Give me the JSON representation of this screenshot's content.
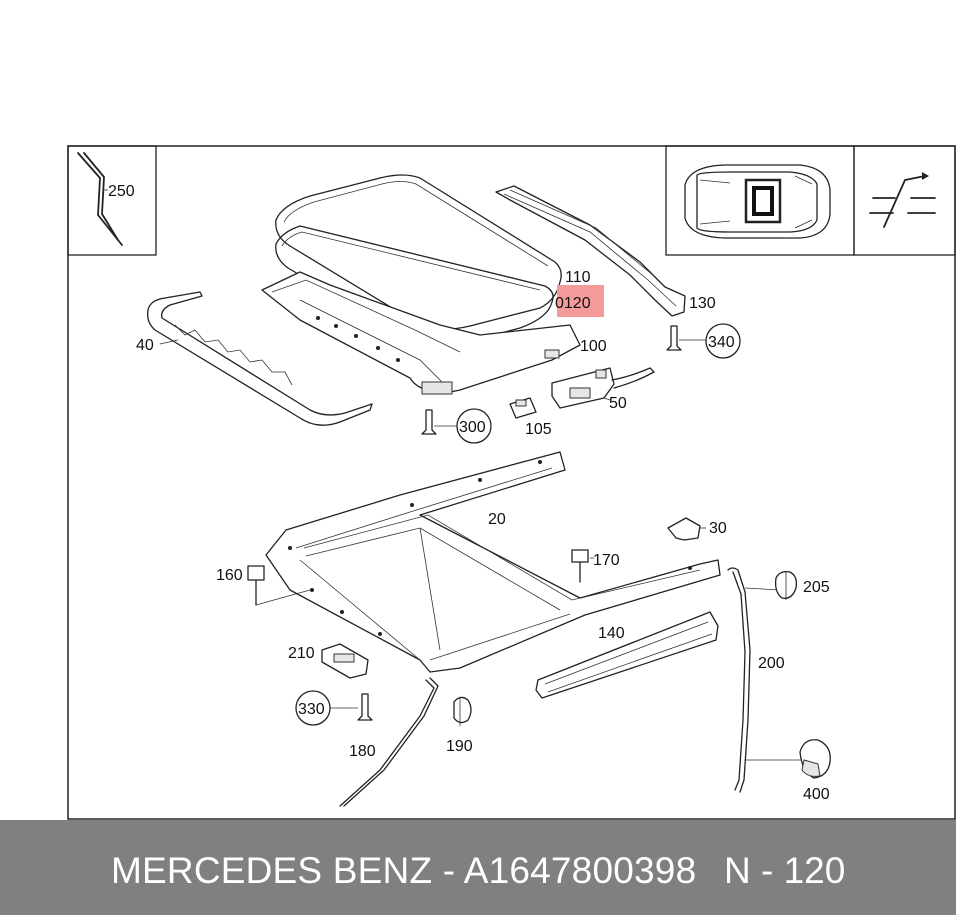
{
  "diagram": {
    "callouts": {
      "c250": "250",
      "c110": "110",
      "c120": "0120",
      "c130": "130",
      "c340": "340",
      "c40": "40",
      "c100": "100",
      "c50": "50",
      "c300": "300",
      "c105": "105",
      "c20": "20",
      "c30": "30",
      "c160": "160",
      "c170": "170",
      "c205": "205",
      "c140": "140",
      "c210": "210",
      "c200": "200",
      "c330": "330",
      "c180": "180",
      "c190": "190",
      "c400": "400"
    },
    "highlight_color": "#f39a9a"
  },
  "footer": {
    "brand_part": "MERCEDES BENZ - A1647800398",
    "page_ref": "N - 120",
    "background": "#808080"
  }
}
